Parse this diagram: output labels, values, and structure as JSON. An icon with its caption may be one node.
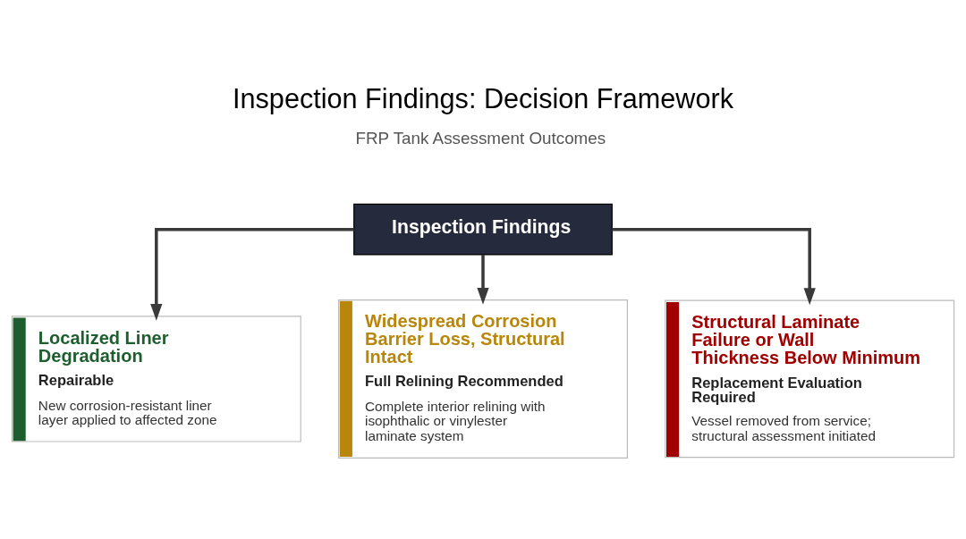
{
  "diagram": {
    "title": "Inspection Findings: Decision Framework",
    "nodes": [
      {
        "text": [
          "Inspection Findings"
        ]
      },
      {
        "text": [
          "Localized Liner Degradation",
          "Repairable",
          "New corrosion-resistant liner layer applied to affected zone"
        ]
      },
      {
        "text": [
          "Widespread Corrosion Barrier Loss, Structural Intact",
          "Full Relining Recommended",
          "Complete interior relining with isophthalic or vinylester laminate system"
        ]
      },
      {
        "text": [
          "Structural Laminate Failure or Wall Thickness Below Minimum",
          "Replacement Evaluation Required",
          "Vessel removed from service; structural assessment initiated"
        ]
      }
    ],
    "edges": [
      {
        "from": 0,
        "to": 1,
        "arrow": "to"
      },
      {
        "from": 0,
        "to": 2,
        "arrow": "to"
      },
      {
        "from": 0,
        "to": 3,
        "arrow": "to"
      }
    ],
    "labels": [
      "FRP Tank Assessment Outcomes"
    ]
  }
}
